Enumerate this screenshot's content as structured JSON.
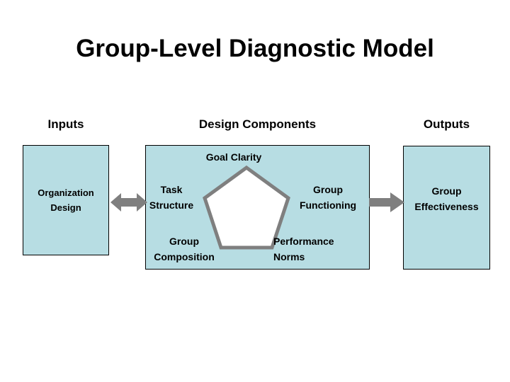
{
  "slide": {
    "title": "Group-Level Diagnostic Model",
    "background_color": "#ffffff"
  },
  "columns": [
    {
      "key": "inputs",
      "header": "Inputs"
    },
    {
      "key": "design",
      "header": "Design Components"
    },
    {
      "key": "outputs",
      "header": "Outputs"
    }
  ],
  "boxes": {
    "inputs": {
      "label_line1": "Organization",
      "label_line2": "Design",
      "fill_color": "#b7dde3",
      "border_color": "#000000"
    },
    "design": {
      "fill_color": "#b7dde3",
      "border_color": "#000000"
    },
    "outputs": {
      "label_line1": "Group",
      "label_line2": "Effectiveness",
      "fill_color": "#b7dde3",
      "border_color": "#000000"
    }
  },
  "pentagon": {
    "fill_color": "#ffffff",
    "border_color": "#7f7f7f",
    "labels": {
      "top": "Goal Clarity",
      "left_line1": "Task",
      "left_line2": "Structure",
      "right_line1": "Group",
      "right_line2": "Functioning",
      "bottom_left_line1": "Group",
      "bottom_left_line2": "Composition",
      "bottom_right_line1": "Performance",
      "bottom_right_line2": "Norms"
    }
  },
  "arrows": {
    "inputs_to_design": {
      "icon": "double-headed-arrow-icon",
      "color": "#7f7f7f"
    },
    "design_to_outputs": {
      "icon": "right-arrow-icon",
      "color": "#7f7f7f"
    }
  }
}
